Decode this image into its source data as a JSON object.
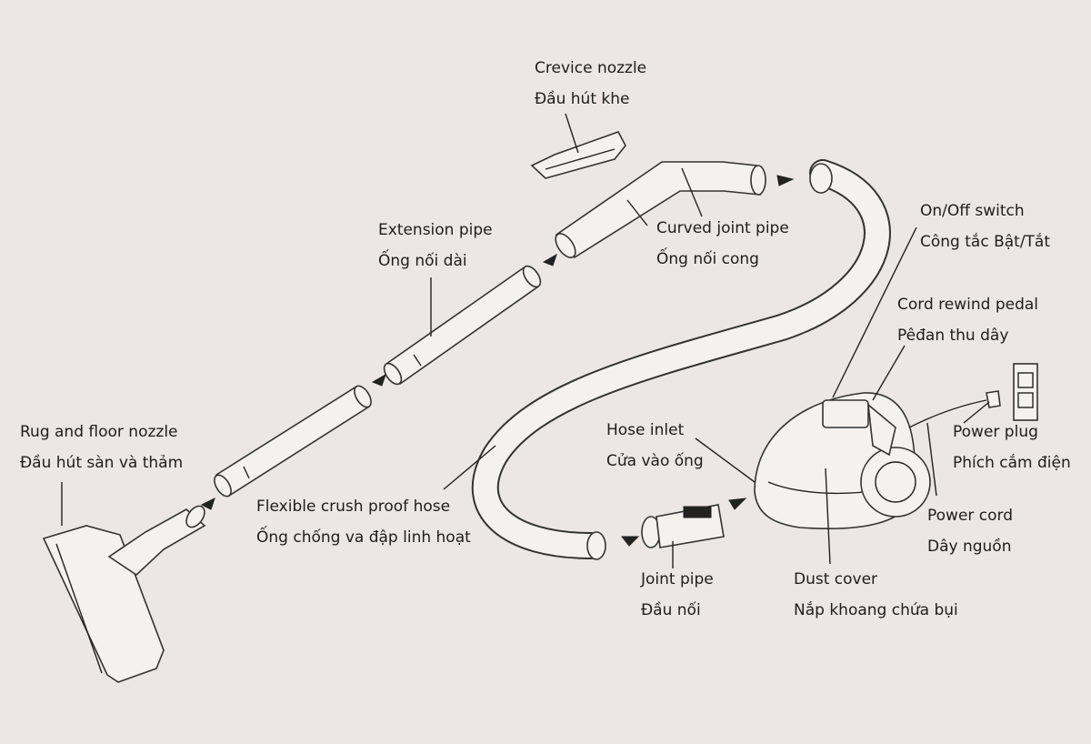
{
  "labels": {
    "crevice_nozzle": {
      "en": "Crevice nozzle",
      "vi": "Đầu hút khe"
    },
    "extension_pipe": {
      "en": "Extension pipe",
      "vi": "Ống nối dài"
    },
    "curved_joint_pipe": {
      "en": "Curved joint pipe",
      "vi": "Ống nối cong"
    },
    "onoff_switch": {
      "en": "On/Off switch",
      "vi": "Công tắc Bật/Tắt"
    },
    "cord_rewind_pedal": {
      "en": "Cord rewind pedal",
      "vi": "Pêđan thu dây"
    },
    "rug_floor_nozzle": {
      "en": "Rug and floor nozzle",
      "vi": "Đầu hút sàn và thảm"
    },
    "hose_inlet": {
      "en": "Hose inlet",
      "vi": "Cửa vào ống"
    },
    "power_plug": {
      "en": "Power plug",
      "vi": "Phích cắm điện"
    },
    "flexible_hose": {
      "en": "Flexible crush proof hose",
      "vi": "Ống chống va đập linh hoạt"
    },
    "power_cord": {
      "en": "Power cord",
      "vi": "Dây nguồn"
    },
    "joint_pipe": {
      "en": "Joint pipe",
      "vi": "Đầu nối"
    },
    "dust_cover": {
      "en": "Dust cover",
      "vi": "Nắp khoang chứa bụi"
    }
  },
  "colors": {
    "background": "#ece6e4",
    "ink": "#1e1e1e"
  }
}
